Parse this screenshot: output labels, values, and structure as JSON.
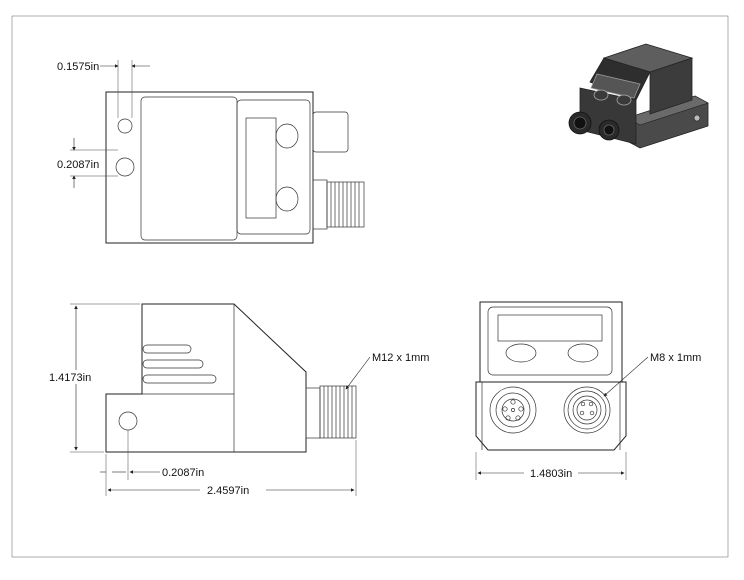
{
  "dimensions": {
    "hole_diameter_top": "0.1575in",
    "hole_spacing_top": "0.2087in",
    "height": "1.4173in",
    "hole_offset_side": "0.2087in",
    "length": "2.4597in",
    "width_front": "1.4803in"
  },
  "callouts": {
    "m12_thread": "M12 x 1mm",
    "m8_thread": "M8 x 1mm"
  }
}
